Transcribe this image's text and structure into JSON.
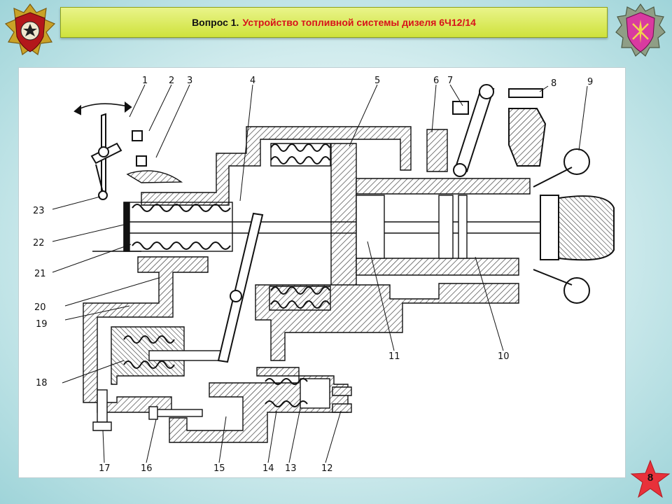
{
  "header": {
    "lead": "Вопрос 1.",
    "topic": "Устройство топливной системы дизеля 6Ч12/14"
  },
  "emblems": {
    "left": "emblem-icon",
    "right": "emblem-icon"
  },
  "diagram": {
    "labels": [
      "1",
      "2",
      "3",
      "4",
      "5",
      "6",
      "7",
      "8",
      "9",
      "10",
      "11",
      "12",
      "13",
      "14",
      "15",
      "16",
      "17",
      "18",
      "19",
      "20",
      "21",
      "22",
      "23"
    ]
  },
  "footer": {
    "page_number": "8"
  },
  "colors": {
    "title_bar": "#d4e63c",
    "title_accent": "#d8121a",
    "page_star": "#e8313a",
    "background": "#b9e2e5"
  }
}
